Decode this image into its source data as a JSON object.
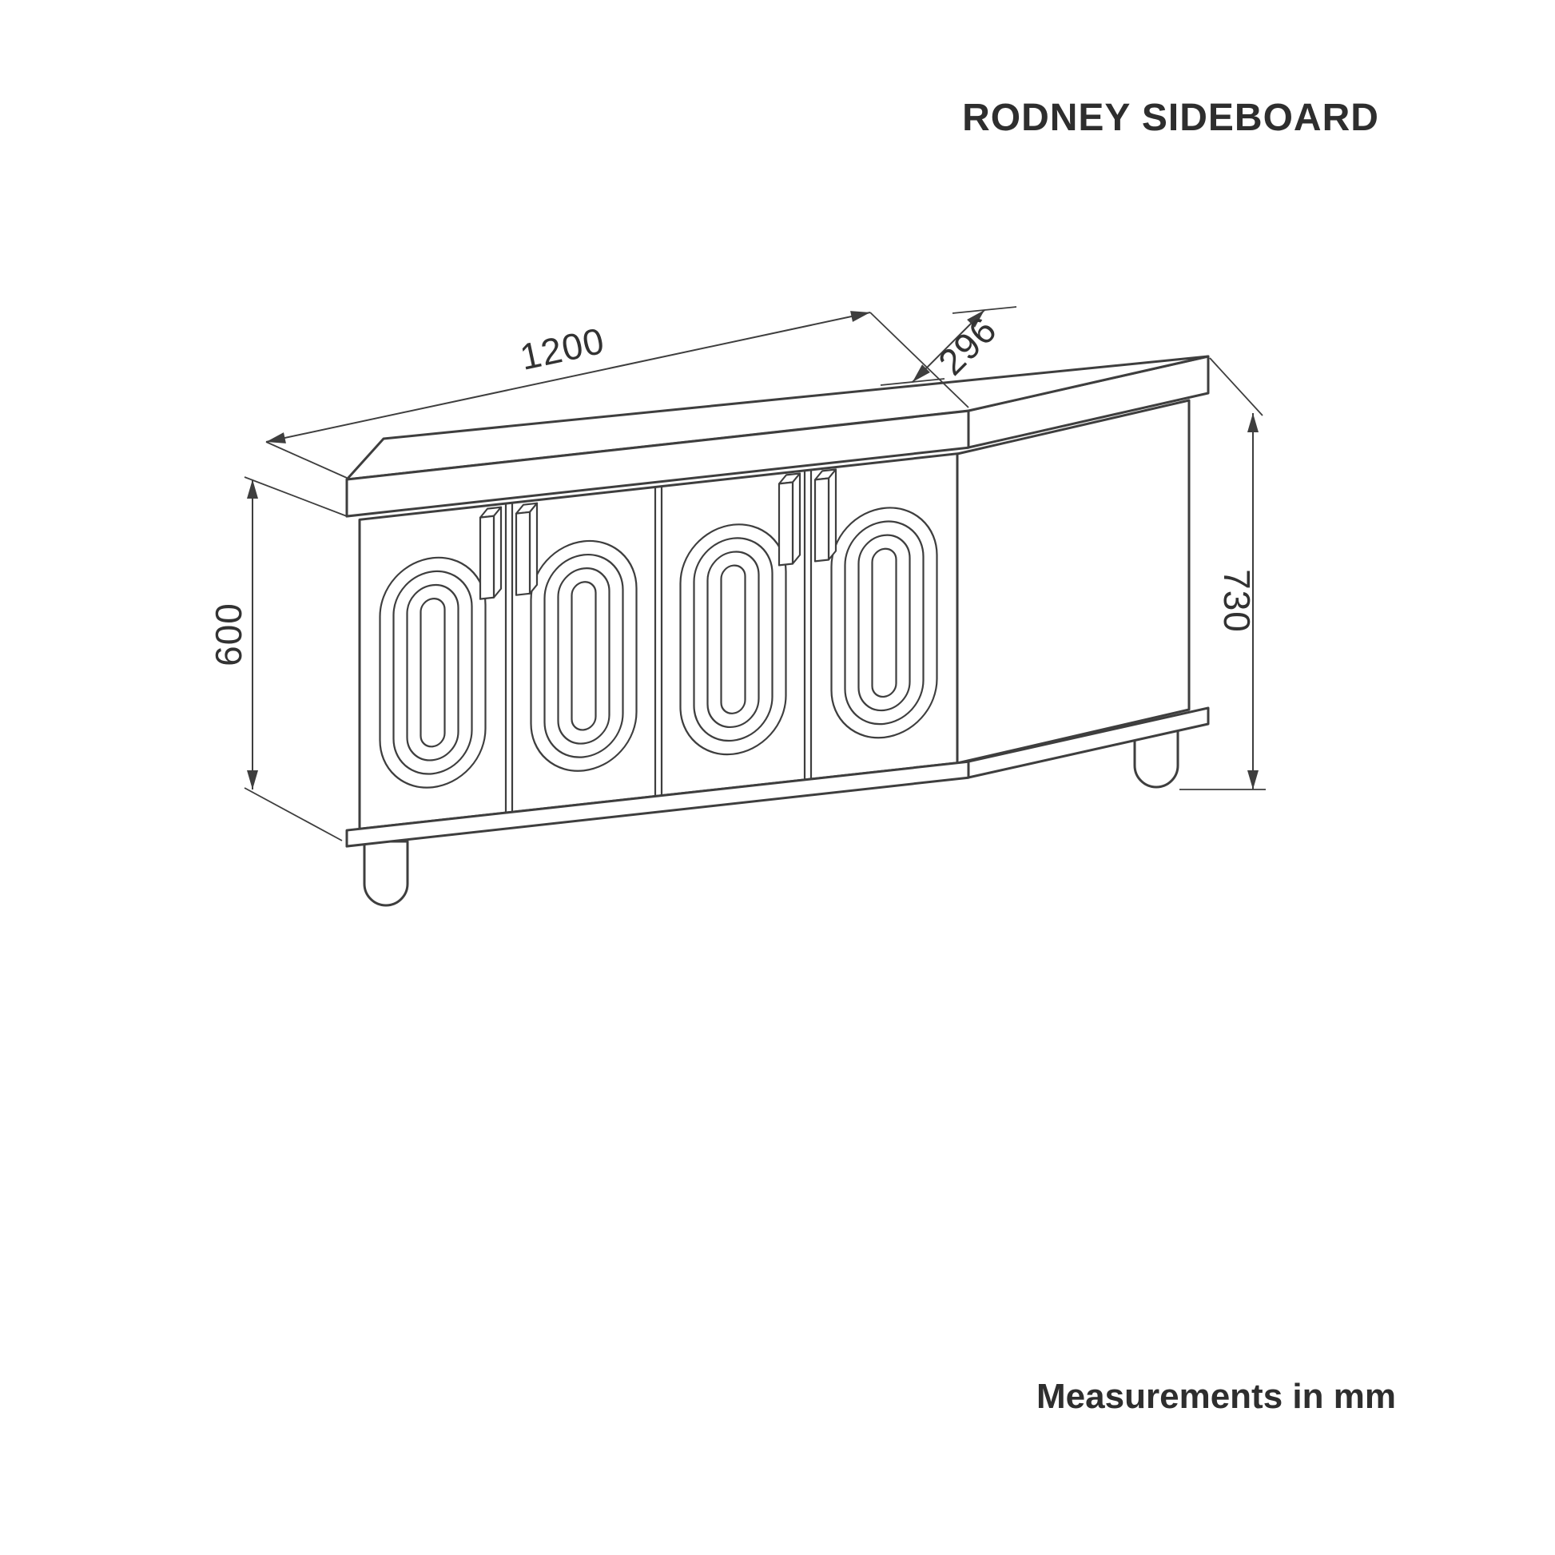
{
  "title": "RODNEY SIDEBOARD",
  "footer_note": "Measurements in mm",
  "dimensions": {
    "width_mm": "1200",
    "depth_mm": "296",
    "total_height_mm": "730",
    "body_height_mm": "600"
  },
  "colors": {
    "line": "#3e3e3e",
    "text": "#2e2e2e",
    "background": "#ffffff"
  }
}
